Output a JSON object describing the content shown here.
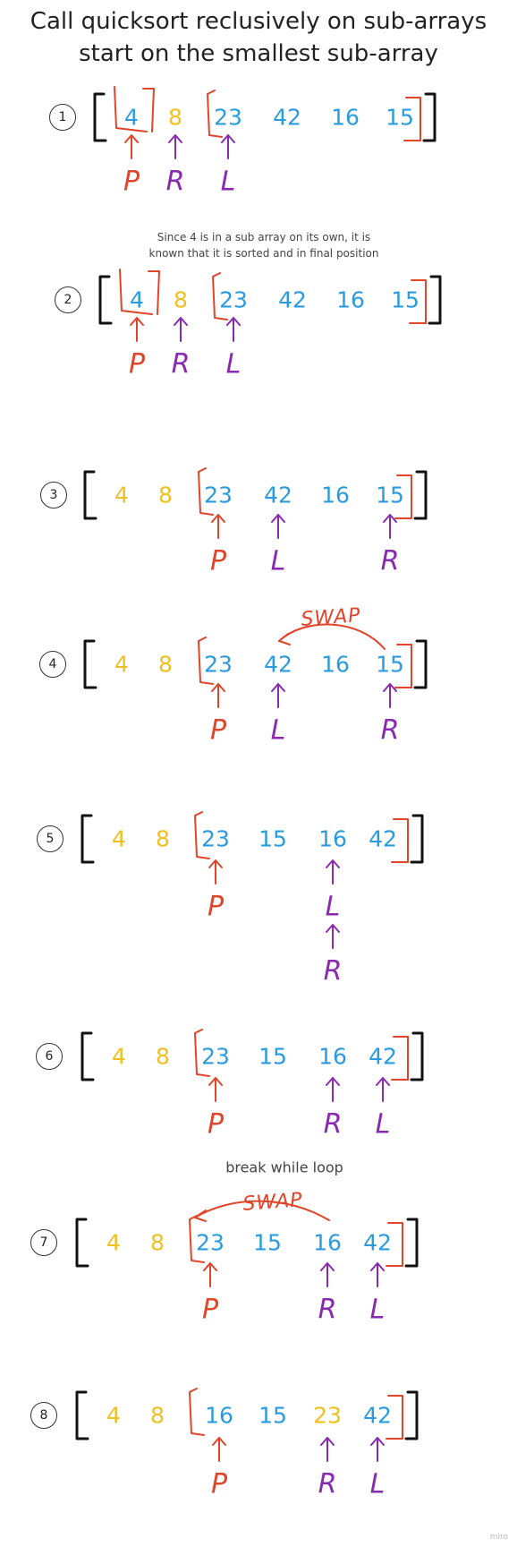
{
  "title_line1": "Call quicksort reclusively on sub-arrays",
  "title_line2": "start on the smallest sub-array",
  "note_line1": "Since 4 is in a sub array on its own, it is",
  "note_line2": "known that it is sorted and in final position",
  "break_label": "break while loop",
  "swap_label": "SWAP",
  "watermark": "miro",
  "colors": {
    "blue": "#2b9be0",
    "yellow": "#f0c020",
    "red": "#e0452a",
    "purple": "#8a2ab0"
  },
  "steps": [
    {
      "n": "1",
      "values": [
        "4",
        "8",
        "23",
        "42",
        "16",
        "15"
      ],
      "colors": [
        "blue",
        "yellow",
        "blue",
        "blue",
        "blue",
        "blue"
      ],
      "pointers": [
        {
          "label": "P",
          "at": 0
        },
        {
          "label": "R",
          "at": 1
        },
        {
          "label": "L",
          "at": 2
        }
      ]
    },
    {
      "n": "2",
      "values": [
        "4",
        "8",
        "23",
        "42",
        "16",
        "15"
      ],
      "colors": [
        "blue",
        "yellow",
        "blue",
        "blue",
        "blue",
        "blue"
      ],
      "pointers": [
        {
          "label": "P",
          "at": 0
        },
        {
          "label": "R",
          "at": 1
        },
        {
          "label": "L",
          "at": 2
        }
      ]
    },
    {
      "n": "3",
      "values": [
        "4",
        "8",
        "23",
        "42",
        "16",
        "15"
      ],
      "colors": [
        "yellow",
        "yellow",
        "blue",
        "blue",
        "blue",
        "blue"
      ],
      "pointers": [
        {
          "label": "P",
          "at": 2
        },
        {
          "label": "L",
          "at": 3
        },
        {
          "label": "R",
          "at": 5
        }
      ]
    },
    {
      "n": "4",
      "values": [
        "4",
        "8",
        "23",
        "42",
        "16",
        "15"
      ],
      "colors": [
        "yellow",
        "yellow",
        "blue",
        "blue",
        "blue",
        "blue"
      ],
      "pointers": [
        {
          "label": "P",
          "at": 2
        },
        {
          "label": "L",
          "at": 3
        },
        {
          "label": "R",
          "at": 5
        }
      ]
    },
    {
      "n": "5",
      "values": [
        "4",
        "8",
        "23",
        "15",
        "16",
        "42"
      ],
      "colors": [
        "yellow",
        "yellow",
        "blue",
        "blue",
        "blue",
        "blue"
      ],
      "pointers": [
        {
          "label": "P",
          "at": 2
        },
        {
          "label": "L",
          "at": 4
        },
        {
          "label": "R",
          "at": 4
        }
      ]
    },
    {
      "n": "6",
      "values": [
        "4",
        "8",
        "23",
        "15",
        "16",
        "42"
      ],
      "colors": [
        "yellow",
        "yellow",
        "blue",
        "blue",
        "blue",
        "blue"
      ],
      "pointers": [
        {
          "label": "P",
          "at": 2
        },
        {
          "label": "R",
          "at": 4
        },
        {
          "label": "L",
          "at": 5
        }
      ]
    },
    {
      "n": "7",
      "values": [
        "4",
        "8",
        "23",
        "15",
        "16",
        "42"
      ],
      "colors": [
        "yellow",
        "yellow",
        "blue",
        "blue",
        "blue",
        "blue"
      ],
      "pointers": [
        {
          "label": "P",
          "at": 2
        },
        {
          "label": "R",
          "at": 4
        },
        {
          "label": "L",
          "at": 5
        }
      ]
    },
    {
      "n": "8",
      "values": [
        "4",
        "8",
        "16",
        "15",
        "23",
        "42"
      ],
      "colors": [
        "yellow",
        "yellow",
        "blue",
        "blue",
        "yellow",
        "blue"
      ],
      "pointers": [
        {
          "label": "P",
          "at": 2
        },
        {
          "label": "R",
          "at": 4
        },
        {
          "label": "L",
          "at": 5
        }
      ]
    }
  ]
}
